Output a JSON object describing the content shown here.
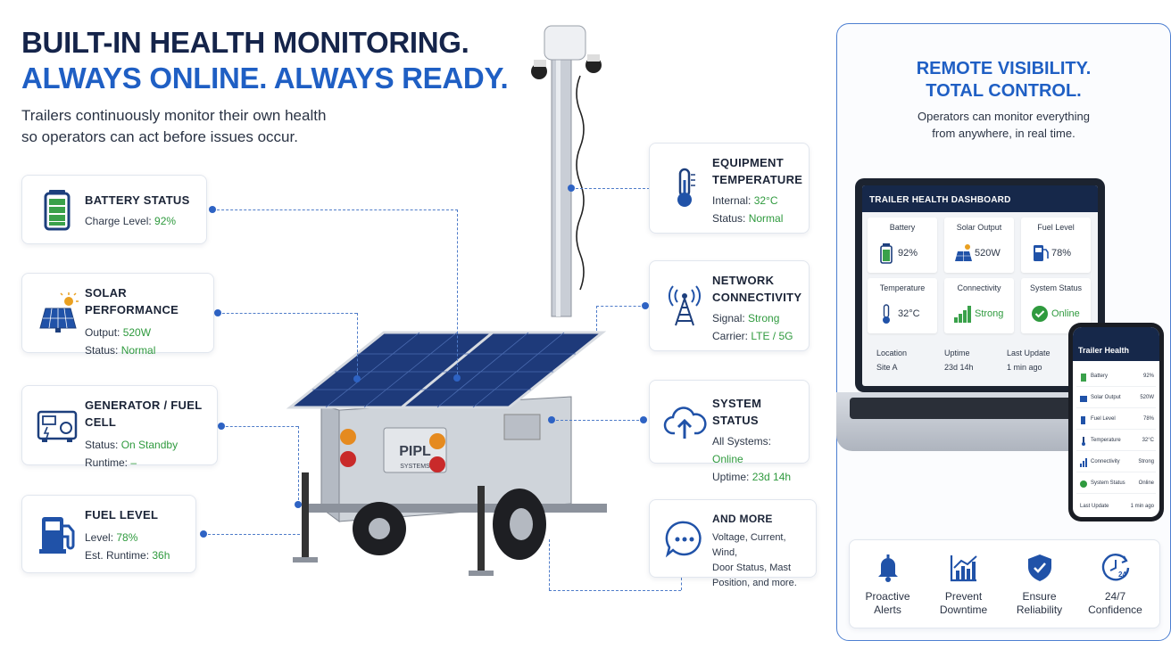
{
  "hero": {
    "line1": "BUILT-IN HEALTH MONITORING.",
    "line2": "ALWAYS ONLINE. ALWAYS READY.",
    "sub1": "Trailers continuously monitor their own health",
    "sub2": "so operators can act before issues occur."
  },
  "cards": {
    "battery": {
      "title": "BATTERY STATUS",
      "r1_label": "Charge Level: ",
      "r1_value": "92%"
    },
    "solar": {
      "title": "SOLAR PERFORMANCE",
      "r1_label": "Output: ",
      "r1_value": "520W",
      "r2_label": "Status: ",
      "r2_value": "Normal"
    },
    "generator": {
      "title": "GENERATOR / FUEL CELL",
      "r1_label": "Status: ",
      "r1_value": "On Standby",
      "r2_label": "Runtime: ",
      "r2_value": "–"
    },
    "fuel": {
      "title": "FUEL LEVEL",
      "r1_label": "Level: ",
      "r1_value": "78%",
      "r2_label": "Est. Runtime: ",
      "r2_value": "36h"
    },
    "temp": {
      "title1": "EQUIPMENT",
      "title2": "TEMPERATURE",
      "r1_label": "Internal: ",
      "r1_value": "32°C",
      "r2_label": "Status: ",
      "r2_value": "Normal"
    },
    "network": {
      "title1": "NETWORK",
      "title2": "CONNECTIVITY",
      "r1_label": "Signal: ",
      "r1_value": "Strong",
      "r2_label": "Carrier: ",
      "r2_value": "LTE / 5G"
    },
    "system": {
      "title": "SYSTEM STATUS",
      "r1_label": "All Systems: ",
      "r1_value": "Online",
      "r2_label": "Uptime: ",
      "r2_value": "23d 14h"
    },
    "more": {
      "title": "AND MORE",
      "l1": "Voltage, Current, Wind,",
      "l2": "Door Status, Mast",
      "l3": "Position, and more."
    }
  },
  "trailer_logo": {
    "name": "PIPL",
    "tag": "SYSTEMS"
  },
  "panel": {
    "title1": "REMOTE VISIBILITY.",
    "title2": "TOTAL CONTROL.",
    "sub1": "Operators can monitor everything",
    "sub2": "from anywhere, in real time."
  },
  "dashboard": {
    "title": "TRAILER HEALTH DASHBOARD",
    "tiles": [
      {
        "label": "Battery",
        "value": "92%"
      },
      {
        "label": "Solar Output",
        "value": "520W"
      },
      {
        "label": "Fuel Level",
        "value": "78%"
      },
      {
        "label": "Temperature",
        "value": "32°C"
      },
      {
        "label": "Connectivity",
        "value": "Strong"
      },
      {
        "label": "System Status",
        "value": "Online"
      }
    ],
    "footer": [
      {
        "label": "Location",
        "value": "Site A"
      },
      {
        "label": "Uptime",
        "value": "23d 14h"
      },
      {
        "label": "Last Update",
        "value": "1 min ago"
      }
    ]
  },
  "phone": {
    "title": "Trailer Health",
    "rows": [
      {
        "label": "Battery",
        "value": "92%"
      },
      {
        "label": "Solar Output",
        "value": "520W"
      },
      {
        "label": "Fuel Level",
        "value": "78%"
      },
      {
        "label": "Temperature",
        "value": "32°C"
      },
      {
        "label": "Connectivity",
        "value": "Strong"
      },
      {
        "label": "System Status",
        "value": "Online"
      }
    ],
    "last_label": "Last Update",
    "last_value": "1 min ago"
  },
  "benefits": [
    {
      "l1": "Proactive",
      "l2": "Alerts"
    },
    {
      "l1": "Prevent",
      "l2": "Downtime"
    },
    {
      "l1": "Ensure",
      "l2": "Reliability"
    },
    {
      "l1": "24/7",
      "l2": "Confidence"
    }
  ],
  "colors": {
    "navy": "#15244a",
    "blue": "#1f5fc4",
    "green": "#2f9a3e"
  },
  "icons": [
    "battery-icon",
    "solar-panel-icon",
    "generator-icon",
    "fuel-pump-icon",
    "thermometer-icon",
    "cell-tower-icon",
    "cloud-upload-icon",
    "more-chat-icon",
    "bell-icon",
    "chart-icon",
    "shield-icon",
    "clock-24-icon"
  ]
}
